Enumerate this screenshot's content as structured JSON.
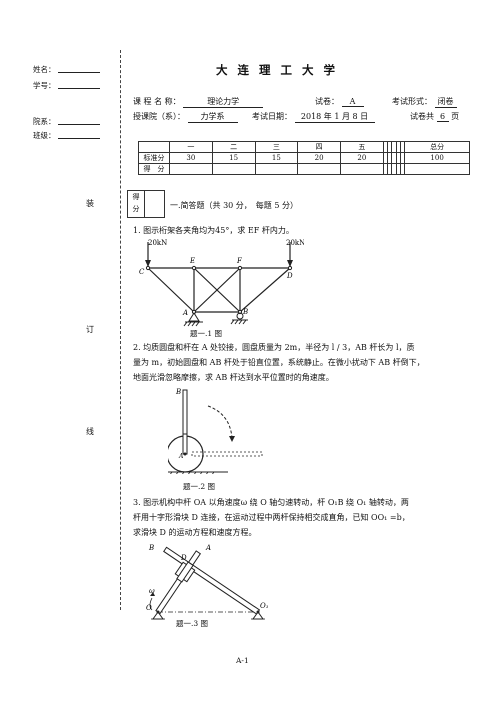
{
  "left": {
    "name_label": "姓名：",
    "id_label": "学号：",
    "dept_label": "院系：",
    "class_label": "班级：",
    "bind_chars": [
      "装",
      "订",
      "线"
    ]
  },
  "header": {
    "title": "大 连 理 工 大 学",
    "course_label": "课 程 名 称：",
    "course": "理论力学",
    "paper_label": "试卷：",
    "paper": "A",
    "form_label": "考试形式：",
    "form": "闭卷",
    "dept_label": "授课院（系）：",
    "dept": "力学系",
    "date_label": "考试日期：",
    "date": "2018 年 1 月 8 日",
    "pages_label": "试卷共",
    "pages": "6",
    "pages_unit": "页"
  },
  "score_table": {
    "headers": [
      "一",
      "二",
      "三",
      "四",
      "五",
      "",
      "",
      "",
      "",
      "",
      "总分"
    ],
    "row1_label": "标准分",
    "row1": [
      "30",
      "15",
      "15",
      "20",
      "20",
      "",
      "",
      "",
      "",
      "",
      "100"
    ],
    "row2_label": "得　分"
  },
  "section": {
    "score_box_top": "得",
    "score_box_bottom": "分",
    "title": "一.简答题（共 30 分，　每题 5 分）"
  },
  "q1": {
    "text": "1. 图示桁架各夹角均为45°，求 EF 杆内力。",
    "load_left": "20kN",
    "load_right": "20kN",
    "labels": [
      "C",
      "E",
      "F",
      "D",
      "A",
      "B"
    ],
    "caption": "题一.1 图"
  },
  "q2": {
    "line1": "2. 均质圆盘和杆在 A 处铰接，圆盘质量为 2m，半径为 l / 3，AB 杆长为 l，质",
    "line2": "量为 m，初始圆盘和 AB 杆处于铅直位置，系统静止。在微小扰动下 AB 杆倒下，",
    "line3": "地面光滑忽略摩擦，求 AB 杆达到水平位置时的角速度。",
    "label_B": "B",
    "label_A": "A",
    "caption": "题一.2 图"
  },
  "q3": {
    "line1": "3. 图示机构中杆 OA 以角速度ω 绕 O 轴匀速转动，杆 O₁B 绕 O₁ 轴转动，两",
    "line2": "杆用十字形滑块 D 连接，在运动过程中两杆保持相交成直角，已知 OO₁ =b，",
    "line3": "求滑块 D 的运动方程和速度方程。",
    "label_B": "B",
    "label_A": "A",
    "label_D": "D",
    "label_omega": "ω",
    "label_O": "O",
    "label_O1": "O₁",
    "caption": "题一.3 图"
  },
  "footer": {
    "page": "A-1"
  }
}
